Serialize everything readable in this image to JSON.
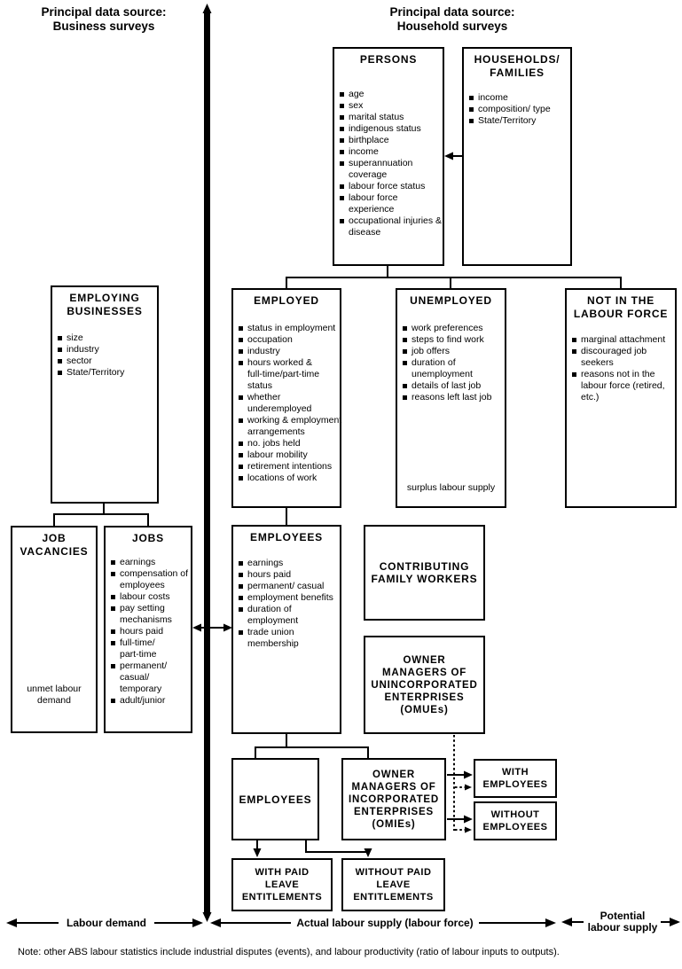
{
  "titles": {
    "business": "Principal data source:\nBusiness surveys",
    "household": "Principal data source:\nHousehold surveys"
  },
  "boxes": {
    "persons": {
      "title": "PERSONS",
      "items": [
        "age",
        "sex",
        "marital status",
        "indigenous status",
        "birthplace",
        "income",
        "superannuation\ncoverage",
        "labour force status",
        "labour force\nexperience",
        "occupational injuries &\ndisease"
      ]
    },
    "households": {
      "title": "HOUSEHOLDS/\nFAMILIES",
      "items": [
        "income",
        "composition/ type",
        "State/Territory"
      ]
    },
    "employing_businesses": {
      "title": "EMPLOYING\nBUSINESSES",
      "items": [
        "size",
        "industry",
        "sector",
        "State/Territory"
      ]
    },
    "job_vacancies": {
      "title": "JOB\nVACANCIES",
      "footnote": "unmet labour\ndemand"
    },
    "jobs": {
      "title": "JOBS",
      "items": [
        "earnings",
        "compensation of\nemployees",
        "labour costs",
        "pay setting\nmechanisms",
        "hours paid",
        "full-time/\npart-time",
        "permanent/\ncasual/\ntemporary",
        "adult/junior"
      ]
    },
    "employed": {
      "title": "EMPLOYED",
      "items": [
        "status in employment",
        "occupation",
        "industry",
        "hours worked &\nfull-time/part-time\nstatus",
        "whether\nunderemployed",
        "working & employment\narrangements",
        "no. jobs held",
        "labour mobility",
        "retirement intentions",
        "locations of work"
      ]
    },
    "unemployed": {
      "title": "UNEMPLOYED",
      "items": [
        "work preferences",
        "steps to find work",
        "job offers",
        "duration of\nunemployment",
        "details of last job",
        "reasons left last job"
      ],
      "footnote": "surplus labour supply"
    },
    "not_in_labour_force": {
      "title": "NOT IN THE\nLABOUR FORCE",
      "items": [
        "marginal attachment",
        "discouraged job\nseekers",
        "reasons not in the\nlabour force (retired,\netc.)"
      ]
    },
    "employees_mid": {
      "title": "EMPLOYEES",
      "items": [
        "earnings",
        "hours paid",
        "permanent/ casual",
        "employment benefits",
        "duration of\nemployment",
        "trade union\nmembership"
      ]
    },
    "contributing_family_workers": {
      "title": "CONTRIBUTING\nFAMILY WORKERS"
    },
    "omues": {
      "title": "OWNER\nMANAGERS OF\nUNINCORPORATED\nENTERPRISES\n(OMUEs)"
    },
    "employees_bottom": {
      "title": "EMPLOYEES"
    },
    "omies": {
      "title": "OWNER\nMANAGERS OF\nINCORPORATED\nENTERPRISES\n(OMIEs)"
    },
    "with_employees": {
      "title": "WITH\nEMPLOYEES"
    },
    "without_employees": {
      "title": "WITHOUT\nEMPLOYEES"
    },
    "with_paid_leave": {
      "title": "WITH PAID\nLEAVE\nENTITLEMENTS"
    },
    "without_paid_leave": {
      "title": "WITHOUT PAID\nLEAVE\nENTITLEMENTS"
    }
  },
  "axis_labels": {
    "labour_demand": "Labour demand",
    "actual_labour_supply": "Actual labour supply (labour force)",
    "potential_labour_supply": "Potential\nlabour supply"
  },
  "note": "Note: other ABS labour statistics include industrial disputes (events), and labour productivity (ratio of labour inputs to outputs).",
  "colors": {
    "ink": "#000000",
    "background": "#ffffff"
  }
}
